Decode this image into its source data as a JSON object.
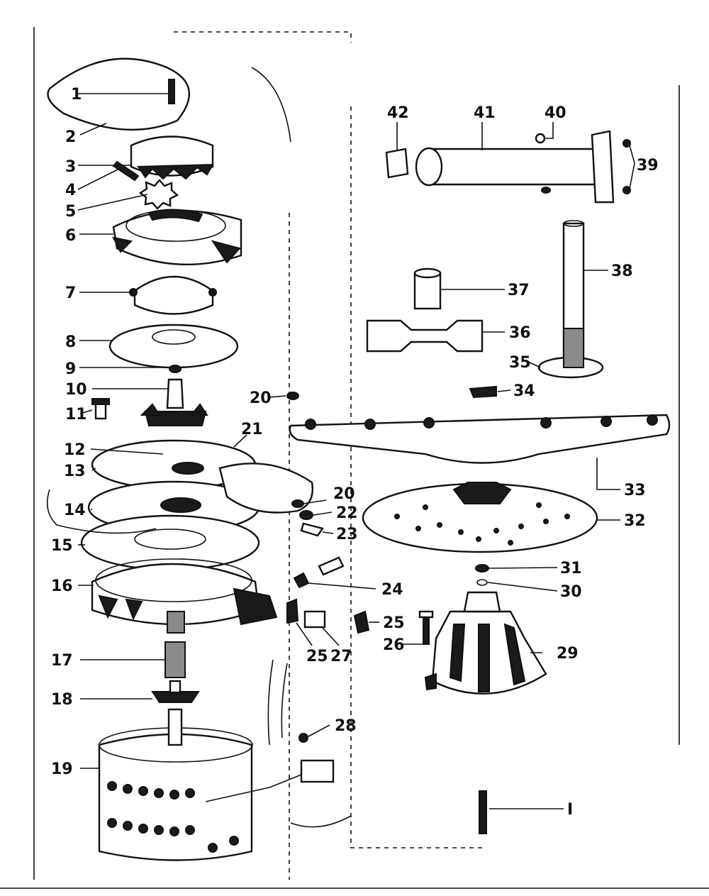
{
  "labels": {
    "p1": "1",
    "p1b": "I",
    "p2": "2",
    "p3": "3",
    "p4": "4",
    "p5": "5",
    "p6": "6",
    "p7": "7",
    "p8": "8",
    "p9": "9",
    "p10": "10",
    "p11": "11",
    "p12": "12",
    "p13": "13",
    "p14": "14",
    "p15": "15",
    "p16": "16",
    "p17": "17",
    "p18": "18",
    "p19": "19",
    "p20a": "20",
    "p20b": "20",
    "p21": "21",
    "p22": "22",
    "p23": "23",
    "p24": "24",
    "p25a": "25",
    "p25b": "25",
    "p26": "26",
    "p27": "27",
    "p28": "28",
    "p29": "29",
    "p30": "30",
    "p31": "31",
    "p32": "32",
    "p33": "33",
    "p34": "34",
    "p35": "35",
    "p36": "36",
    "p37": "37",
    "p38": "38",
    "p39": "39",
    "p40": "40",
    "p41": "41",
    "p42": "42"
  }
}
